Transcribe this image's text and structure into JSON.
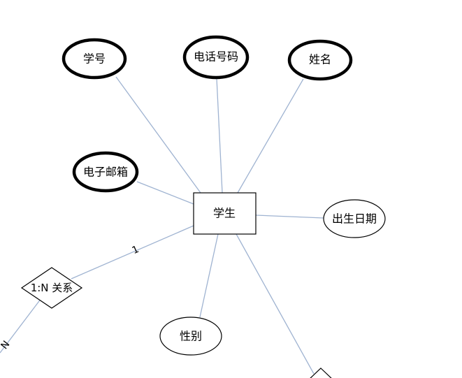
{
  "entity": {
    "label": "学生"
  },
  "attributes": {
    "xuehao": "学号",
    "dianhua": "电话号码",
    "xingming": "姓名",
    "youxiang": "电子邮箱",
    "chusheng": "出生日期",
    "xingbie": "性别"
  },
  "relationship": {
    "label": "1:N 关系",
    "card_one": "1",
    "card_many": "N"
  },
  "colors": {
    "edge": "#9fb3d1",
    "stroke": "#000000",
    "fill": "#ffffff"
  }
}
